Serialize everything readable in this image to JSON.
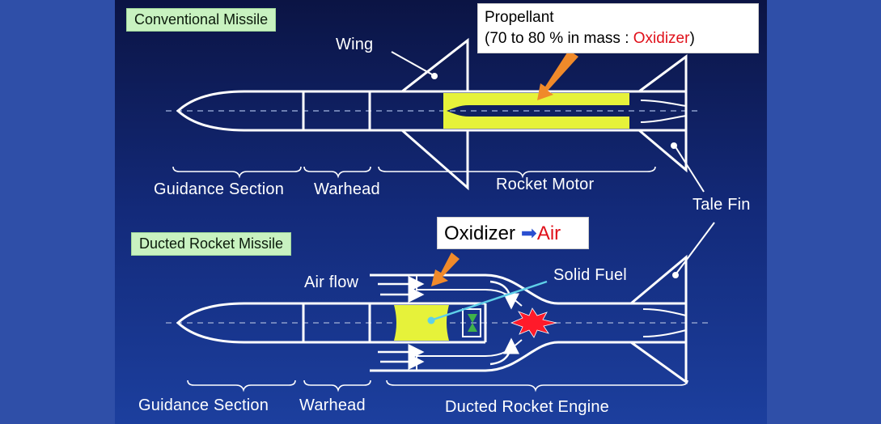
{
  "conventional": {
    "title": "Conventional Missile",
    "wing_label": "Wing",
    "propellant": {
      "line1": "Propellant",
      "line2_prefix": "(70 to 80 % in mass : ",
      "line2_highlight": "Oxidizer",
      "line2_suffix": ")"
    },
    "sections": {
      "guidance": "Guidance Section",
      "warhead": "Warhead",
      "motor": "Rocket Motor"
    }
  },
  "tale_fin_label": "Tale Fin",
  "ducted": {
    "title": "Ducted Rocket Missile",
    "callout": {
      "from": "Oxidizer",
      "arrow": "➡",
      "to": "Air"
    },
    "air_flow_label": "Air flow",
    "solid_fuel_label": "Solid Fuel",
    "sections": {
      "guidance": "Guidance Section",
      "warhead": "Warhead",
      "engine": "Ducted Rocket Engine"
    }
  },
  "colors": {
    "outline": "#ffffff",
    "fuel": "#e6f23a",
    "arrow": "#f08a2a",
    "flame": "#ff1a2a",
    "highlight_text": "#e0101a",
    "label_box": "#c8f2c0",
    "nozzle_arrow": "#3fb24a",
    "pointer": "#5fd0e8",
    "callout_arrow": "#2a4fd0"
  }
}
